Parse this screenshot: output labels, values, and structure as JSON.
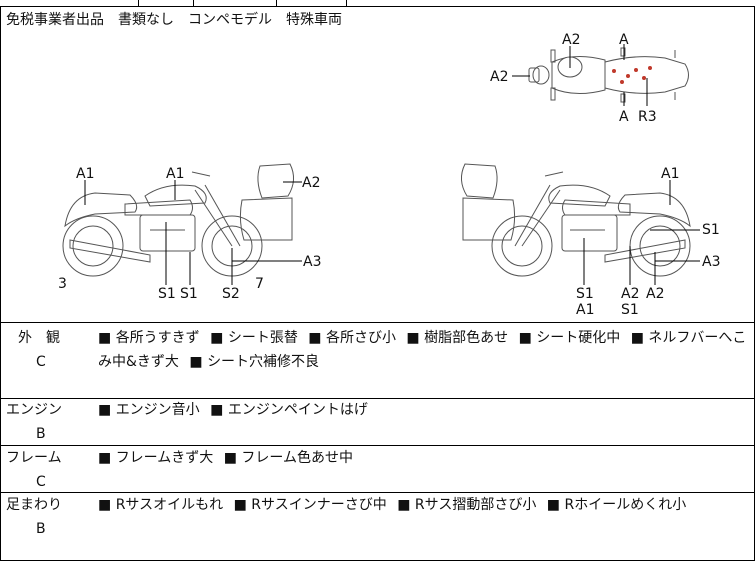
{
  "header_notice": "免税事業者出品　書類なし　コンペモデル　特殊車両",
  "top_view_labels": {
    "a2_top": "A2",
    "a_top": "A",
    "a2_left": "A2",
    "a_bottom": "A",
    "r3": "R3"
  },
  "left_bike_labels": {
    "a1_left": "A1",
    "a1_mid": "A1",
    "a2": "A2",
    "a3": "A3",
    "n3": "3",
    "n7": "7",
    "s1_a": "S1",
    "s1_b": "S1",
    "s2": "S2"
  },
  "right_bike_labels": {
    "a1_top": "A1",
    "s1_right": "S1",
    "a3": "A3",
    "s1_under": "S1",
    "a1_under": "A1",
    "a2_a": "A2",
    "s1_under2": "S1",
    "a2_b": "A2"
  },
  "sections": [
    {
      "name": "外　観",
      "grade": "C",
      "items": [
        "各所うすきず",
        "シート張替",
        "各所さび小",
        "樹脂部色あせ",
        "シート硬化中",
        "ネルフバーへこみ中&きず大",
        "シート穴補修不良"
      ]
    },
    {
      "name": "エンジン",
      "grade": "B",
      "items": [
        "エンジン音小",
        "エンジンペイントはげ"
      ]
    },
    {
      "name": "フレーム",
      "grade": "C",
      "items": [
        "フレームきず大",
        "フレーム色あせ中"
      ]
    },
    {
      "name": "足まわり",
      "grade": "B",
      "items": [
        "Rサスオイルもれ",
        "Rサスインナーさび中",
        "Rサス摺動部さび小",
        "Rホイールめくれ小"
      ]
    }
  ],
  "colors": {
    "damage_mark": "#c0392b",
    "line": "#333333"
  }
}
